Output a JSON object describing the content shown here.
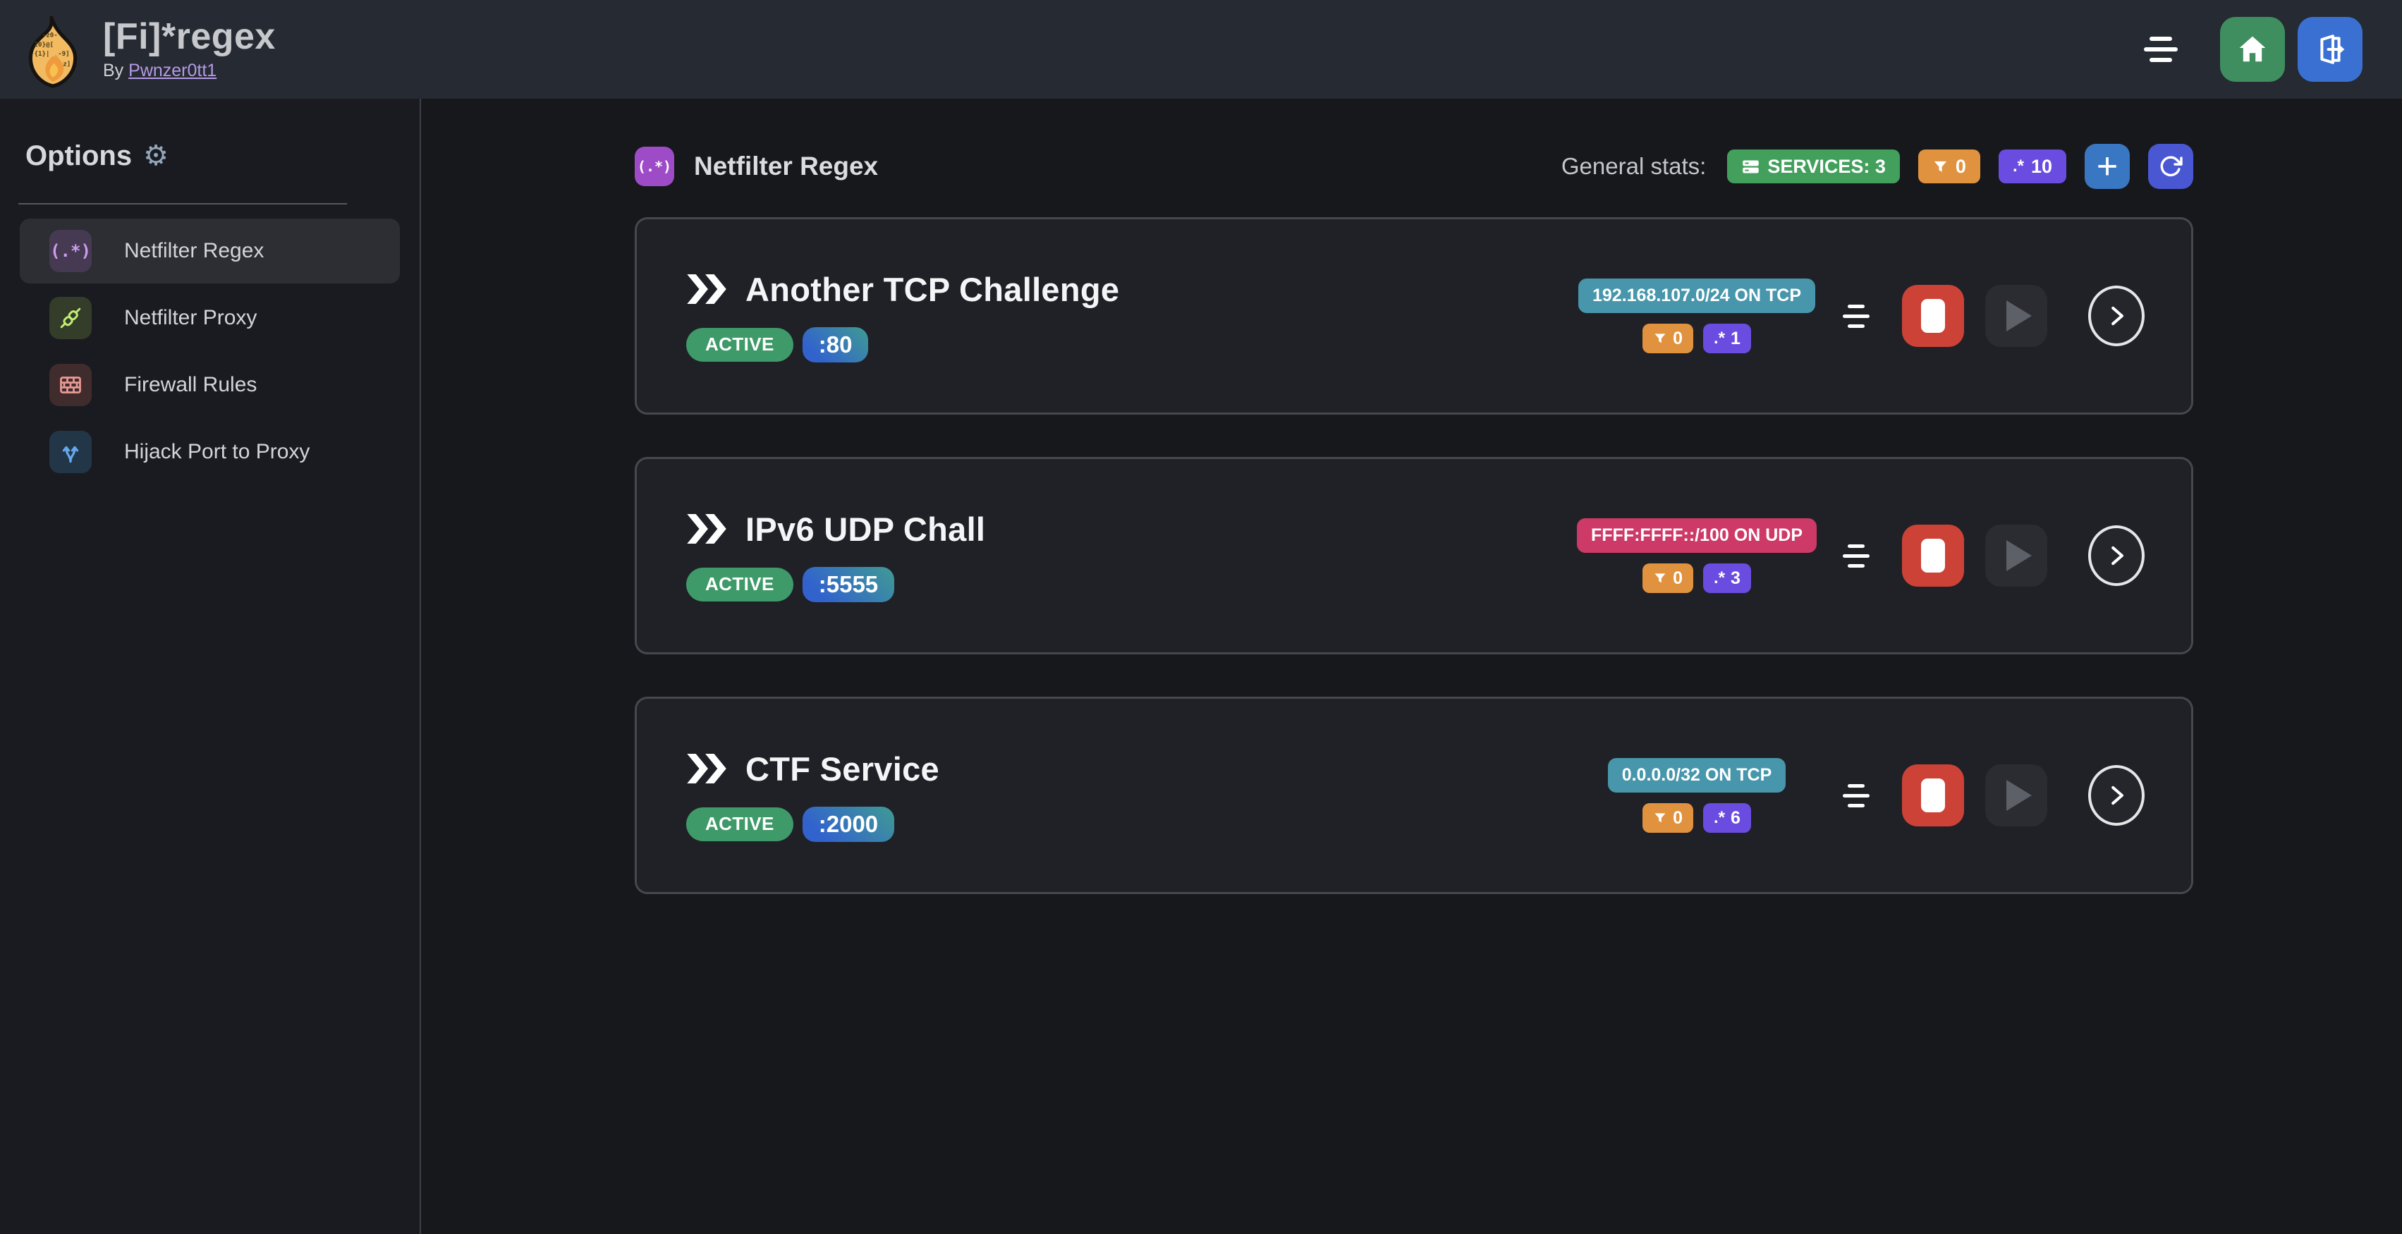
{
  "topbar": {
    "app_title": "[Fi]*regex",
    "byline_prefix": "By",
    "byline_link": "Pwnzer0tt1"
  },
  "sidebar": {
    "heading": "Options",
    "items": [
      {
        "label": "Netfilter Regex"
      },
      {
        "label": "Netfilter Proxy"
      },
      {
        "label": "Firewall Rules"
      },
      {
        "label": "Hijack Port to Proxy"
      }
    ]
  },
  "main": {
    "section_title": "Netfilter Regex",
    "stats_label": "General stats:",
    "services_count_badge": "SERVICES: 3",
    "filters_total": "0",
    "regexes_total": "10"
  },
  "services": [
    {
      "name": "Another TCP Challenge",
      "status": "ACTIVE",
      "port": ":80",
      "cidr": "192.168.107.0/24 ON TCP",
      "filters": "0",
      "regexes": "1"
    },
    {
      "name": "IPv6 UDP Chall",
      "status": "ACTIVE",
      "port": ":5555",
      "cidr": "FFFF:FFFF::/100 ON UDP",
      "filters": "0",
      "regexes": "3"
    },
    {
      "name": "CTF Service",
      "status": "ACTIVE",
      "port": ":2000",
      "cidr": "0.0.0.0/32 ON TCP",
      "filters": "0",
      "regexes": "6"
    }
  ],
  "glyphs": {
    "regex_icon": "(.*)",
    "dotstar_icon": ".*",
    "gear_icon": "⚙",
    "plus_icon": "+"
  },
  "colors": {
    "topbar_bg": "#262a32",
    "page_bg": "#17181c",
    "card_bg": "#202127",
    "card_border": "#46484e",
    "accent_purple": "#9e4bc7",
    "badge_green": "#43a05c",
    "badge_orange": "#e0923f",
    "badge_purple": "#6b4ce0",
    "badge_teal": "#4796ab",
    "badge_pink": "#ce3a68",
    "active_green": "#3f9a69",
    "stop_red": "#cd4237",
    "home_green": "#3f8e5f",
    "logout_blue": "#3a70d2",
    "plus_blue": "#3a77c2",
    "refresh_indigo": "#4a57d3",
    "link_purple": "#b49ae6"
  }
}
